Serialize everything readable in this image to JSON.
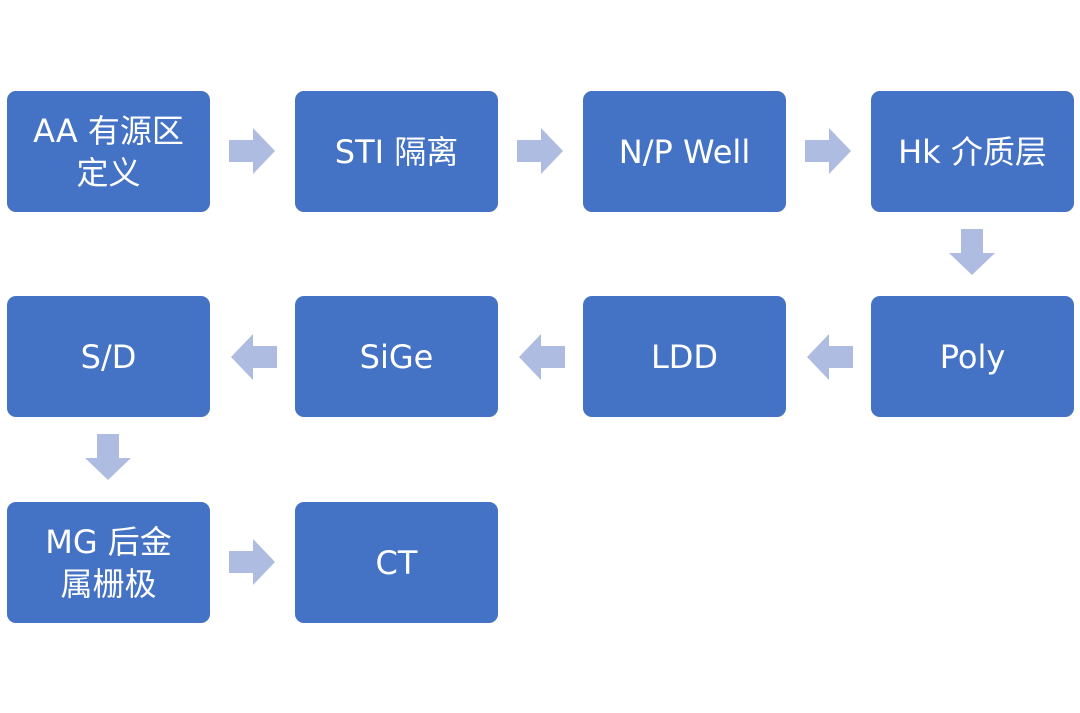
{
  "colors": {
    "box_fill": "#4472c4",
    "box_text": "#ffffff",
    "arrow_fill": "#aebce1",
    "background": "#ffffff"
  },
  "steps": [
    {
      "label": "AA 有源区\n定义"
    },
    {
      "label": "STI 隔离"
    },
    {
      "label": "N/P Well"
    },
    {
      "label": "Hk 介质层"
    },
    {
      "label": "Poly"
    },
    {
      "label": "LDD"
    },
    {
      "label": "SiGe"
    },
    {
      "label": "S/D"
    },
    {
      "label": "MG 后金\n属栅极"
    },
    {
      "label": "CT"
    }
  ],
  "connectors": [
    {
      "from": 0,
      "to": 1,
      "direction": "right"
    },
    {
      "from": 1,
      "to": 2,
      "direction": "right"
    },
    {
      "from": 2,
      "to": 3,
      "direction": "right"
    },
    {
      "from": 3,
      "to": 4,
      "direction": "down"
    },
    {
      "from": 4,
      "to": 5,
      "direction": "left"
    },
    {
      "from": 5,
      "to": 6,
      "direction": "left"
    },
    {
      "from": 6,
      "to": 7,
      "direction": "left"
    },
    {
      "from": 7,
      "to": 8,
      "direction": "down"
    },
    {
      "from": 8,
      "to": 9,
      "direction": "right"
    }
  ]
}
